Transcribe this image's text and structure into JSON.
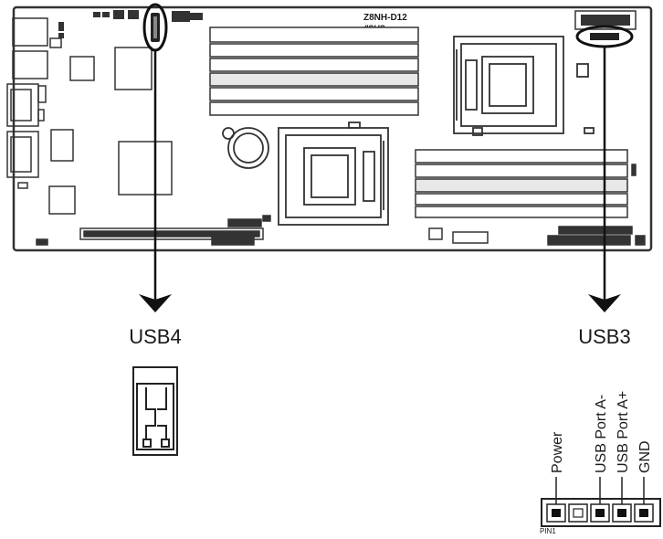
{
  "board": {
    "model": "Z8NH-D12",
    "brand": "/ISUS"
  },
  "callouts": {
    "left_label": "USB4",
    "right_label": "USB3"
  },
  "usb3_pins": {
    "labels": [
      "Power",
      "USB Port A-",
      "USB Port A+",
      "GND"
    ],
    "pin1_label": "PIN1"
  }
}
